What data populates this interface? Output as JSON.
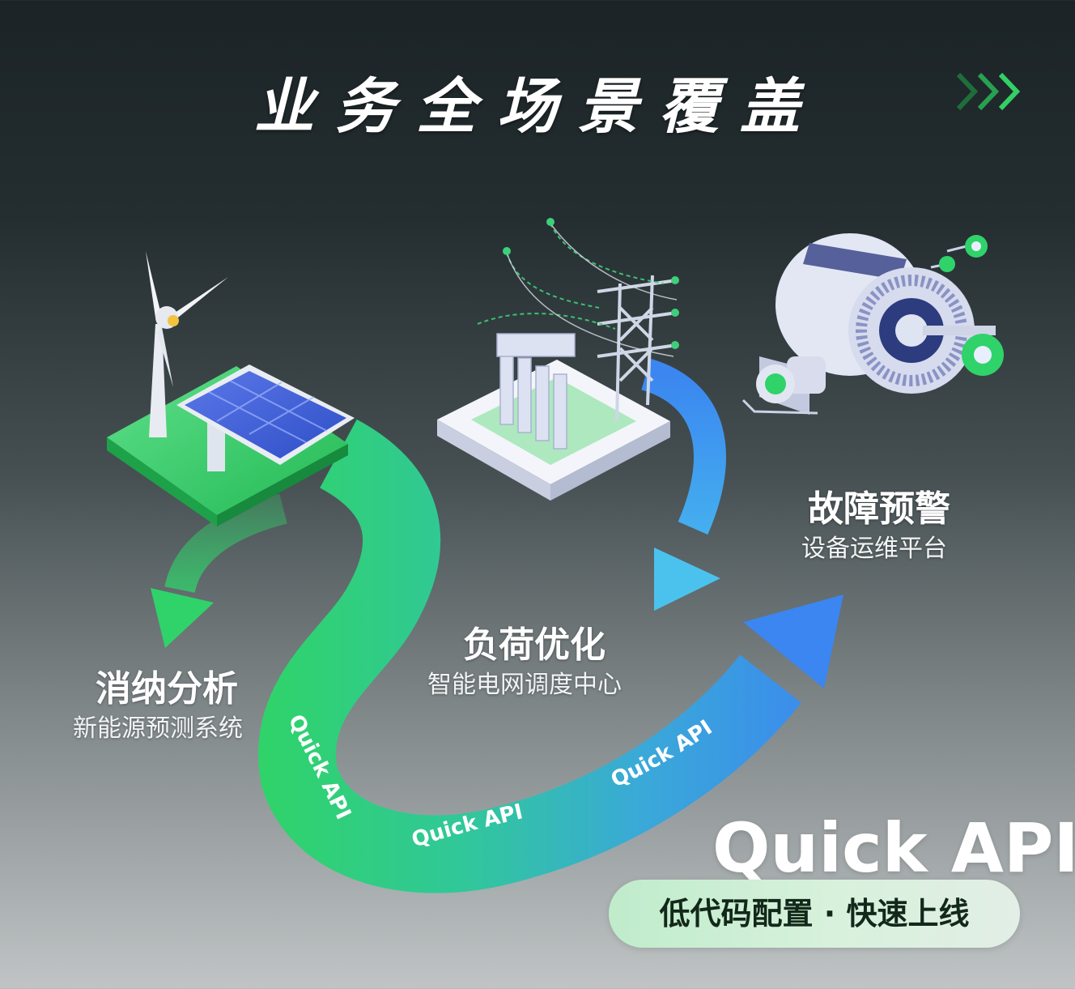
{
  "title": "业务全场景覆盖",
  "nodes": {
    "consume": {
      "title": "消纳分析",
      "subtitle": "新能源预测系统"
    },
    "load": {
      "title": "负荷优化",
      "subtitle": "智能电网调度中心"
    },
    "fault": {
      "title": "故障预警",
      "subtitle": "设备运维平台"
    }
  },
  "flow_labels": [
    "Quick API",
    "Quick API",
    "Quick API"
  ],
  "brand": {
    "name": "Quick API",
    "tagline": "低代码配置 · 快速上线"
  },
  "icons": [
    "wind-turbine-icon",
    "solar-panel-icon",
    "substation-icon",
    "motor-icon",
    "chevron-right-icon"
  ],
  "colors": {
    "green": "#2fd36a",
    "teal": "#33c4a6",
    "blue": "#3b8ff0",
    "pill": "#ccefd4"
  }
}
